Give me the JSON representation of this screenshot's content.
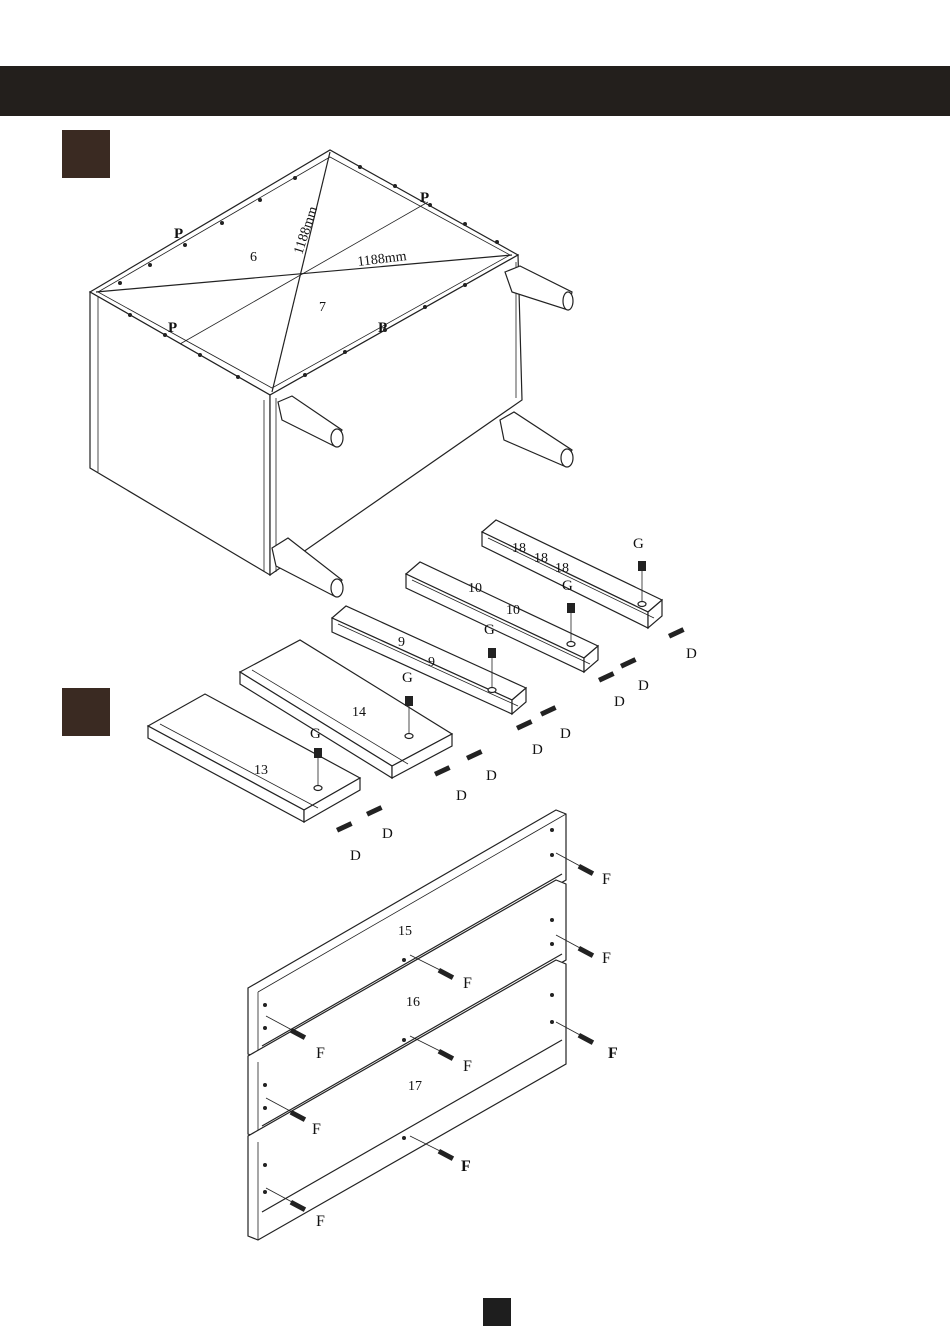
{
  "colors": {
    "banner": "#231f1c",
    "step_box": "#3a2a22",
    "page_marker": "#1e1e1e",
    "line": "#222222"
  },
  "step1": {
    "diagonal_1": "1188mm",
    "diagonal_2": "1188mm",
    "panel_top": "6",
    "panel_bottom": "7",
    "fastener_p": [
      "P",
      "P",
      "P",
      "P"
    ]
  },
  "step2": {
    "rails": [
      {
        "part": "18",
        "extra_labels": [
          "18",
          "18"
        ]
      },
      {
        "part": "10",
        "extra_labels": [
          "10"
        ]
      },
      {
        "part": "9",
        "extra_labels": [
          "9"
        ]
      },
      {
        "part": "14",
        "extra_labels": []
      },
      {
        "part": "13",
        "extra_labels": []
      }
    ],
    "cam_lock": "G",
    "dowel_d": "D",
    "back_panels": [
      "15",
      "16",
      "17"
    ],
    "pin_f": "F"
  }
}
